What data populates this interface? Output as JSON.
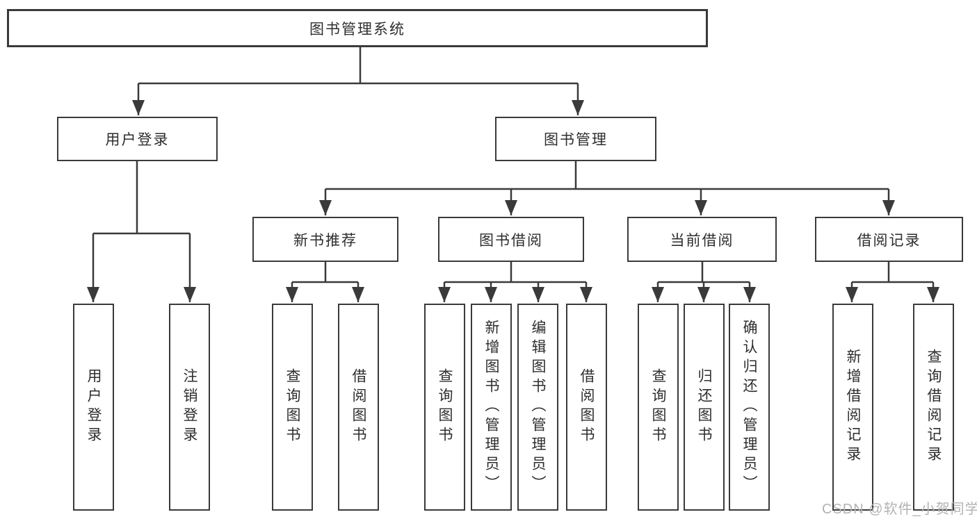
{
  "diagram": {
    "title": "图书管理系统",
    "root": {
      "label": "图书管理系统"
    },
    "level2": [
      {
        "label": "用户登录"
      },
      {
        "label": "图书管理"
      }
    ],
    "level3": [
      {
        "label": "新书推荐"
      },
      {
        "label": "图书借阅"
      },
      {
        "label": "当前借阅"
      },
      {
        "label": "借阅记录"
      }
    ],
    "leaves_login": [
      {
        "label": "用户登录"
      },
      {
        "label": "注销登录"
      }
    ],
    "leaves_recommend": [
      {
        "label": "查询图书"
      },
      {
        "label": "借阅图书"
      }
    ],
    "leaves_borrow": [
      {
        "label": "查询图书"
      },
      {
        "label": "新增图书（管理员）"
      },
      {
        "label": "编辑图书（管理员）"
      },
      {
        "label": "借阅图书"
      }
    ],
    "leaves_current": [
      {
        "label": "查询图书"
      },
      {
        "label": "归还图书"
      },
      {
        "label": "确认归还（管理员）"
      }
    ],
    "leaves_records": [
      {
        "label": "新增借阅记录"
      },
      {
        "label": "查询借阅记录"
      }
    ]
  },
  "watermark": {
    "text": "CSDN @软件_小贺同学"
  },
  "colors": {
    "line": "#3a3a3a",
    "box_border": "#3a3a3a",
    "text": "#2e2e2e",
    "background": "#ffffff",
    "watermark": "#b3b3b3"
  }
}
